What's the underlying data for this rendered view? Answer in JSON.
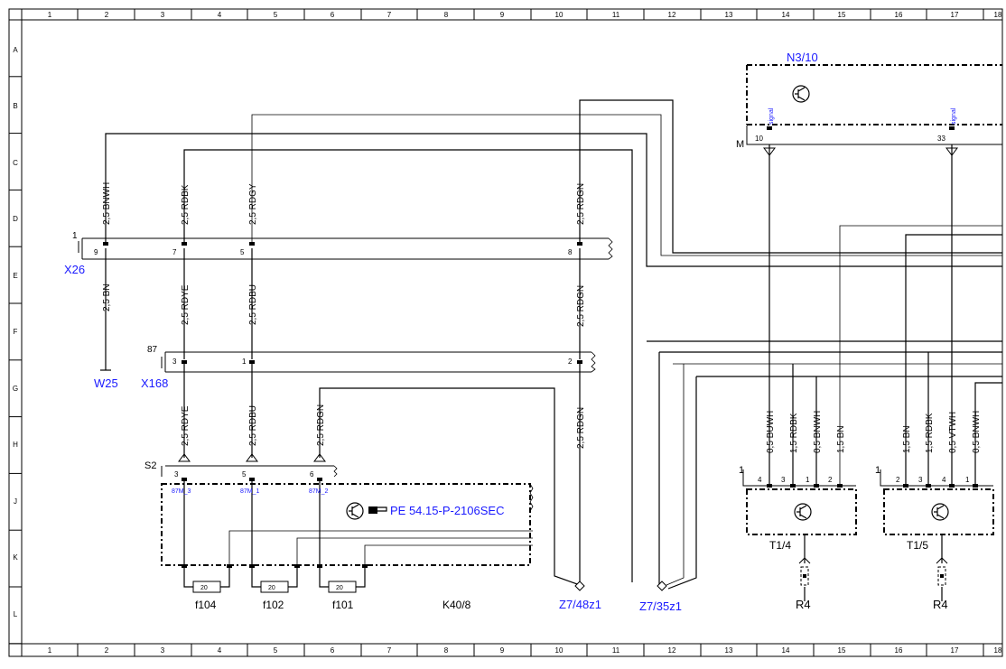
{
  "grid": {
    "columns": [
      "1",
      "2",
      "3",
      "4",
      "5",
      "6",
      "7",
      "8",
      "9",
      "10",
      "11",
      "12",
      "13",
      "14",
      "15",
      "16",
      "17",
      "18"
    ],
    "rows": [
      "A",
      "B",
      "C",
      "D",
      "E",
      "F",
      "G",
      "H",
      "J",
      "K",
      "L"
    ]
  },
  "connectors": {
    "x26": {
      "id": "X26",
      "pos": "1",
      "pins": {
        "p9": "9",
        "p7": "7",
        "p5": "5",
        "p8": "8"
      }
    },
    "x168": {
      "id": "X168",
      "pos": "87",
      "pins": {
        "p3": "3",
        "p1": "1",
        "p2": "2"
      }
    },
    "s2": {
      "id": "S2",
      "pins": {
        "p3": "3",
        "p5": "5",
        "p6": "6"
      }
    },
    "k40": {
      "id": "K40/8",
      "sig3": "87M_3",
      "sig1": "87M_1",
      "sig2": "87M_2"
    }
  },
  "reference": {
    "text": "PE 54.15-P-2106SEC"
  },
  "wires": {
    "bnwh": "2,5 BNWH",
    "rdbk": "2,5 RDBK",
    "rdgy": "2,5 RDGY",
    "rdgn": "2,5 RDGN",
    "bn": "2,5 BN",
    "rdye": "2,5 RDYE",
    "rdbu": "2,5 RDBU",
    "rdgn_e": "2,5 RDGN",
    "rdye_h": "2,5 RDYE",
    "rdbu_h": "2,5 RDBU",
    "rdgn_g": "2,5 RDGN",
    "rdgn_h": "2,5 RDGN",
    "t14_buwh": "0,5 BUWH",
    "t14_rdbk": "1,5 RDBK",
    "t14_bnwh": "0,5 BNWH",
    "t14_bn": "1,5 BN",
    "t15_bn": "1,5 BN",
    "t15_rdbk": "1,5 RDBK",
    "t15_vtwh": "0,5 VTWH",
    "t15_bnwh": "0,5 BNWH"
  },
  "ground": "W25",
  "fuses": {
    "f104": "f104",
    "f102": "f102",
    "f101": "f101",
    "rating": "20"
  },
  "points": {
    "z748": "Z7/48z1",
    "z735": "Z7/35z1"
  },
  "n310": {
    "id": "N3/10",
    "pin10": "10",
    "pin33": "33",
    "signal": "signal",
    "m": "M"
  },
  "t14": {
    "id": "T1/4",
    "pos": "1",
    "pins": {
      "a": "4",
      "b": "3",
      "c": "1",
      "d": "2"
    }
  },
  "t15": {
    "id": "T1/5",
    "pos": "1",
    "pins": {
      "a": "2",
      "b": "3",
      "c": "4",
      "d": "1"
    }
  },
  "r4": {
    "left": "R4",
    "right": "R4"
  }
}
